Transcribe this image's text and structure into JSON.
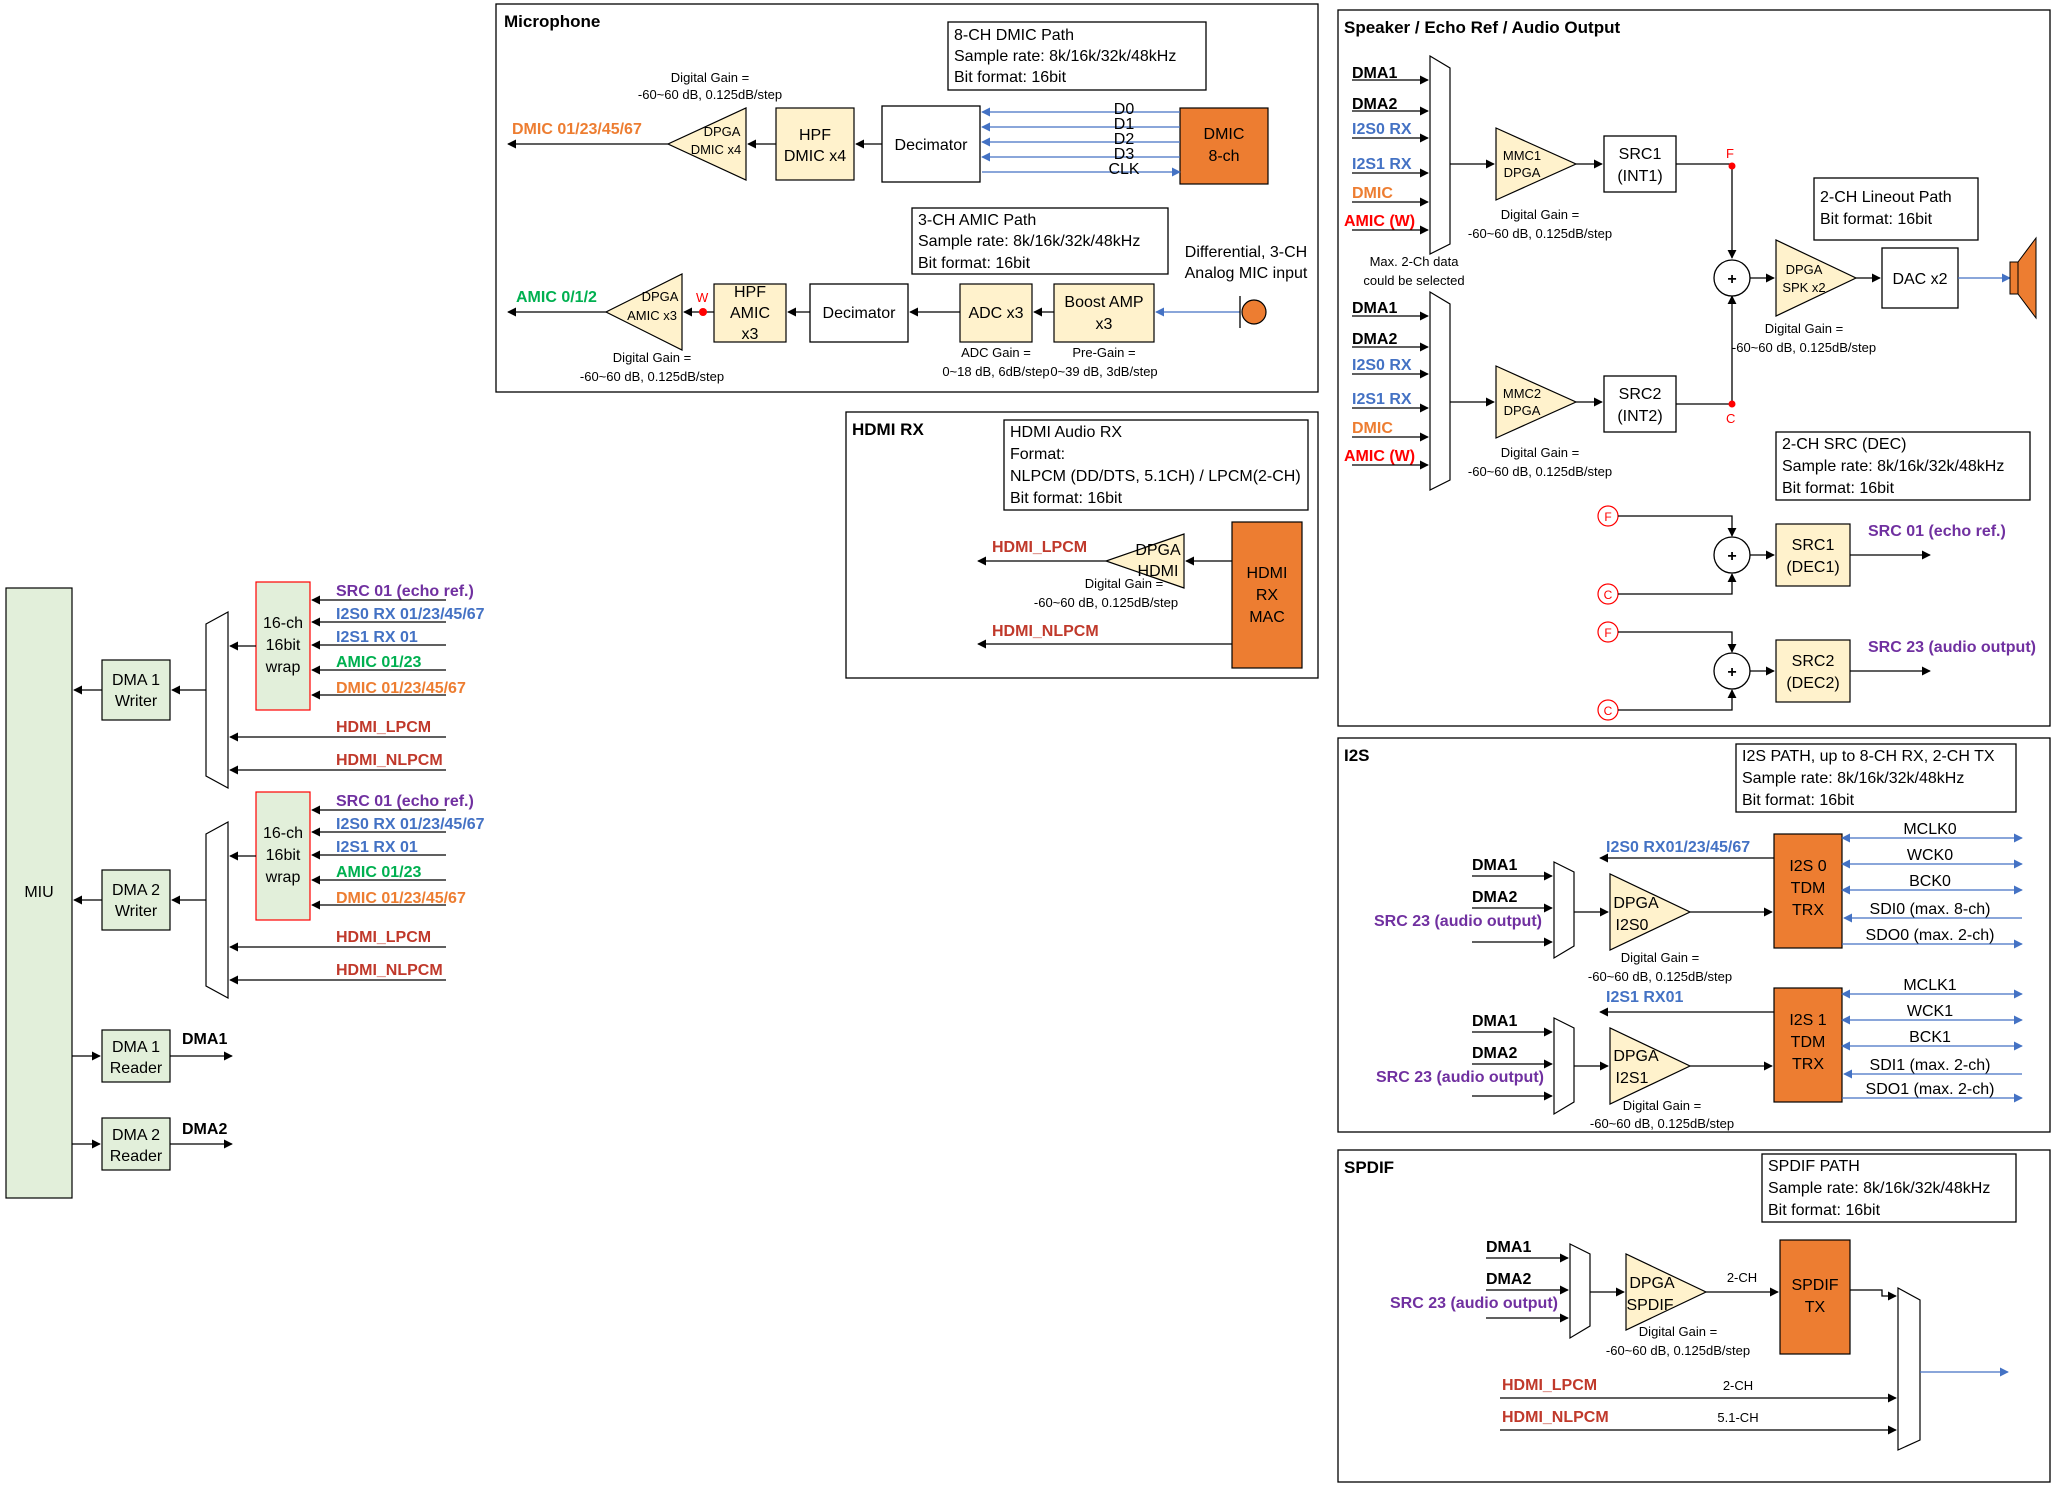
{
  "miu": {
    "label": "MIU"
  },
  "left": {
    "dma1_writer": [
      "DMA 1",
      "Writer"
    ],
    "dma2_writer": [
      "DMA 2",
      "Writer"
    ],
    "dma1_reader": [
      "DMA 1",
      "Reader"
    ],
    "dma2_reader": [
      "DMA 2",
      "Reader"
    ],
    "dma1_out": "DMA1",
    "dma2_out": "DMA2",
    "wrap": [
      "16-ch",
      "16bit",
      "wrap"
    ],
    "inputs": [
      "SRC 01 (echo ref.)",
      "I2S0 RX 01/23/45/67",
      "I2S1 RX 01",
      "AMIC 01/23",
      "DMIC 01/23/45/67"
    ],
    "hdmi_lpcm": "HDMI_LPCM",
    "hdmi_nlpcm": "HDMI_NLPCM"
  },
  "mic": {
    "title": "Microphone",
    "dmic_info": [
      "8-CH DMIC Path",
      "Sample rate: 8k/16k/32k/48kHz",
      "Bit format: 16bit"
    ],
    "amic_info": [
      "3-CH AMIC Path",
      "Sample rate: 8k/16k/32k/48kHz",
      "Bit format: 16bit"
    ],
    "gain_lines": [
      "Digital Gain =",
      "-60~60 dB, 0.125dB/step"
    ],
    "dmic_out": "DMIC 01/23/45/67",
    "dpga_dmic": [
      "DPGA",
      "DMIC x4"
    ],
    "hpf_dmic": [
      "HPF",
      "DMIC x4"
    ],
    "decimator": "Decimator",
    "dmic_lines": [
      "D0",
      "D1",
      "D2",
      "D3",
      "CLK"
    ],
    "dmic_block": [
      "DMIC",
      "8-ch"
    ],
    "amic_out": "AMIC 0/1/2",
    "dpga_amic": [
      "DPGA",
      "AMIC x3"
    ],
    "w_marker": "W",
    "hpf_amic": [
      "HPF",
      "AMIC",
      "x3"
    ],
    "adc": "ADC x3",
    "boost": [
      "Boost AMP",
      "x3"
    ],
    "analog_in": [
      "Differential, 3-CH",
      "Analog MIC input"
    ],
    "adc_gain": [
      "ADC Gain =",
      "0~18 dB, 6dB/step"
    ],
    "pre_gain": [
      "Pre-Gain =",
      "0~39 dB, 3dB/step"
    ]
  },
  "hdmi": {
    "title": "HDMI RX",
    "info": [
      "HDMI Audio RX",
      "Format:",
      "NLPCM (DD/DTS, 5.1CH) / LPCM(2-CH)",
      "Bit format: 16bit"
    ],
    "lpcm": "HDMI_LPCM",
    "nlpcm": "HDMI_NLPCM",
    "dpga": [
      "DPGA",
      "HDMI"
    ],
    "mac": [
      "HDMI",
      "RX",
      "MAC"
    ]
  },
  "spk": {
    "title": "Speaker / Echo Ref / Audio Output",
    "mux_inputs": [
      "DMA1",
      "DMA2",
      "I2S0 RX",
      "I2S1 RX",
      "DMIC",
      "AMIC (W)"
    ],
    "mux_note": [
      "Max. 2-Ch data",
      "could be selected"
    ],
    "mmc1": [
      "MMC1",
      "DPGA"
    ],
    "mmc2": [
      "MMC2",
      "DPGA"
    ],
    "src1": [
      "SRC1",
      "(INT1)"
    ],
    "src2": [
      "SRC2",
      "(INT2)"
    ],
    "f": "F",
    "c": "C",
    "lineout_info": [
      "2-CH Lineout Path",
      "Bit format: 16bit"
    ],
    "dpga_spk": [
      "DPGA",
      "SPK x2"
    ],
    "dac": "DAC x2",
    "src_dec_info": [
      "2-CH SRC (DEC)",
      "Sample rate: 8k/16k/32k/48kHz",
      "Bit format: 16bit"
    ],
    "src1_dec": [
      "SRC1",
      "(DEC1)"
    ],
    "src2_dec": [
      "SRC2",
      "(DEC2)"
    ],
    "echo_out": "SRC 01 (echo ref.)",
    "audio_out": "SRC 23 (audio output)",
    "plus": "+"
  },
  "i2s": {
    "title": "I2S",
    "info": [
      "I2S PATH, up to 8-CH RX, 2-CH TX",
      "Sample rate: 8k/16k/32k/48kHz",
      "Bit format: 16bit"
    ],
    "rx0": "I2S0 RX01/23/45/67",
    "rx1": "I2S1 RX01",
    "dma1": "DMA1",
    "dma2": "DMA2",
    "src23": "SRC 23 (audio output)",
    "dpga0": [
      "DPGA",
      "I2S0"
    ],
    "dpga1": [
      "DPGA",
      "I2S1"
    ],
    "trx0": [
      "I2S 0",
      "TDM",
      "TRX"
    ],
    "trx1": [
      "I2S 1",
      "TDM",
      "TRX"
    ],
    "sig0": [
      "MCLK0",
      "WCK0",
      "BCK0",
      "SDI0 (max. 8-ch)",
      "SDO0 (max. 2-ch)"
    ],
    "sig1": [
      "MCLK1",
      "WCK1",
      "BCK1",
      "SDI1 (max. 2-ch)",
      "SDO1 (max. 2-ch)"
    ]
  },
  "spdif": {
    "title": "SPDIF",
    "info": [
      "SPDIF PATH",
      "Sample rate: 8k/16k/32k/48kHz",
      "Bit format: 16bit"
    ],
    "dma1": "DMA1",
    "dma2": "DMA2",
    "src23": "SRC 23 (audio output)",
    "dpga": [
      "DPGA",
      "SPDIF"
    ],
    "tx": [
      "SPDIF",
      "TX"
    ],
    "ch2": "2-CH",
    "ch51": "5.1-CH",
    "lpcm": "HDMI_LPCM",
    "nlpcm": "HDMI_NLPCM"
  },
  "colors": {
    "block_orange": "#ed7d31",
    "block_yellow": "#fff2cc",
    "block_green": "#e2efda",
    "signal_blue": "#4472c4",
    "label_purple": "#7030a0"
  }
}
